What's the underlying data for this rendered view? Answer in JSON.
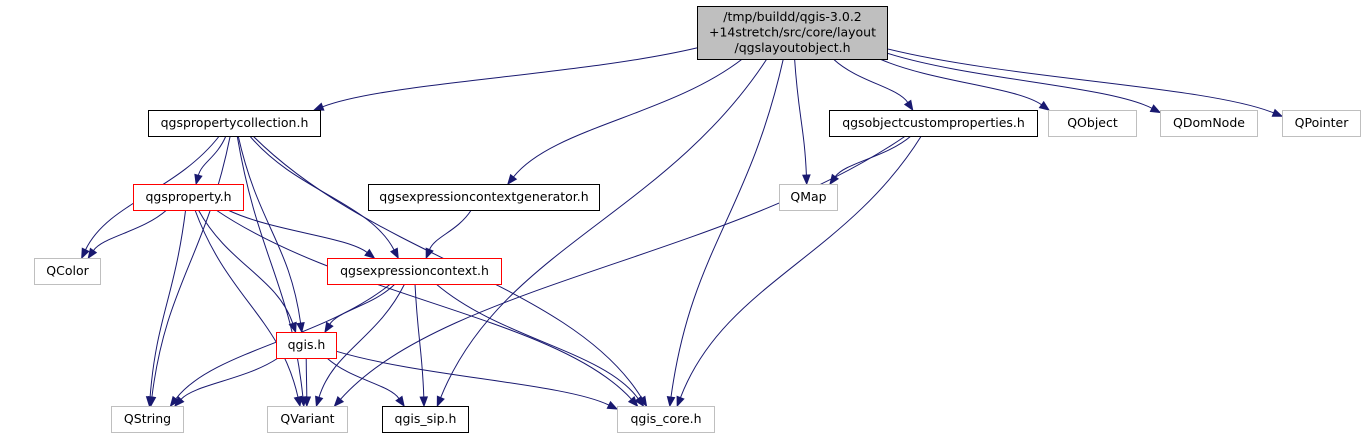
{
  "colors": {
    "edge": "#191970",
    "root_fill": "#bfbfbf",
    "root_border": "#000000",
    "documented_border": "#000000",
    "has_more_border": "#ff0000",
    "external_border": "#bfbfbf",
    "node_fill": "#ffffff",
    "text": "#000000"
  },
  "nodes": [
    {
      "id": "root",
      "label": "/tmp/buildd/qgis-3.0.2\n+14stretch/src/core/layout\n/qgslayoutobject.h",
      "kind": "root"
    },
    {
      "id": "propcoll",
      "label": "qgspropertycollection.h",
      "kind": "documented"
    },
    {
      "id": "exprgen",
      "label": "qgsexpressioncontextgenerator.h",
      "kind": "documented"
    },
    {
      "id": "qmap",
      "label": "QMap",
      "kind": "external"
    },
    {
      "id": "objcustom",
      "label": "qgsobjectcustomproperties.h",
      "kind": "documented"
    },
    {
      "id": "qobject",
      "label": "QObject",
      "kind": "external"
    },
    {
      "id": "qdomnode",
      "label": "QDomNode",
      "kind": "external"
    },
    {
      "id": "qpointer",
      "label": "QPointer",
      "kind": "external"
    },
    {
      "id": "property",
      "label": "qgsproperty.h",
      "kind": "has_more"
    },
    {
      "id": "qcolor",
      "label": "QColor",
      "kind": "external"
    },
    {
      "id": "exprctx",
      "label": "qgsexpressioncontext.h",
      "kind": "has_more"
    },
    {
      "id": "qgis",
      "label": "qgis.h",
      "kind": "has_more"
    },
    {
      "id": "qstring",
      "label": "QString",
      "kind": "external"
    },
    {
      "id": "qvariant",
      "label": "QVariant",
      "kind": "external"
    },
    {
      "id": "qgissip",
      "label": "qgis_sip.h",
      "kind": "documented"
    },
    {
      "id": "qgiscore",
      "label": "qgis_core.h",
      "kind": "external"
    }
  ],
  "edges": [
    [
      "root",
      "propcoll"
    ],
    [
      "root",
      "exprgen"
    ],
    [
      "root",
      "qgissip"
    ],
    [
      "root",
      "qgiscore"
    ],
    [
      "root",
      "qmap"
    ],
    [
      "root",
      "objcustom"
    ],
    [
      "root",
      "qobject"
    ],
    [
      "root",
      "qdomnode"
    ],
    [
      "root",
      "qpointer"
    ],
    [
      "propcoll",
      "property"
    ],
    [
      "propcoll",
      "qcolor"
    ],
    [
      "propcoll",
      "exprctx"
    ],
    [
      "propcoll",
      "qgis"
    ],
    [
      "propcoll",
      "qstring"
    ],
    [
      "propcoll",
      "qvariant"
    ],
    [
      "propcoll",
      "qgiscore"
    ],
    [
      "property",
      "qcolor"
    ],
    [
      "property",
      "exprctx"
    ],
    [
      "property",
      "qgis"
    ],
    [
      "property",
      "qstring"
    ],
    [
      "property",
      "qvariant"
    ],
    [
      "property",
      "qgiscore"
    ],
    [
      "exprgen",
      "exprctx"
    ],
    [
      "exprctx",
      "qgis"
    ],
    [
      "exprctx",
      "qstring"
    ],
    [
      "exprctx",
      "qvariant"
    ],
    [
      "exprctx",
      "qgissip"
    ],
    [
      "exprctx",
      "qgiscore"
    ],
    [
      "qgis",
      "qstring"
    ],
    [
      "qgis",
      "qvariant"
    ],
    [
      "qgis",
      "qgissip"
    ],
    [
      "qgis",
      "qgiscore"
    ],
    [
      "objcustom",
      "qmap"
    ],
    [
      "objcustom",
      "qvariant"
    ],
    [
      "objcustom",
      "qgiscore"
    ]
  ]
}
